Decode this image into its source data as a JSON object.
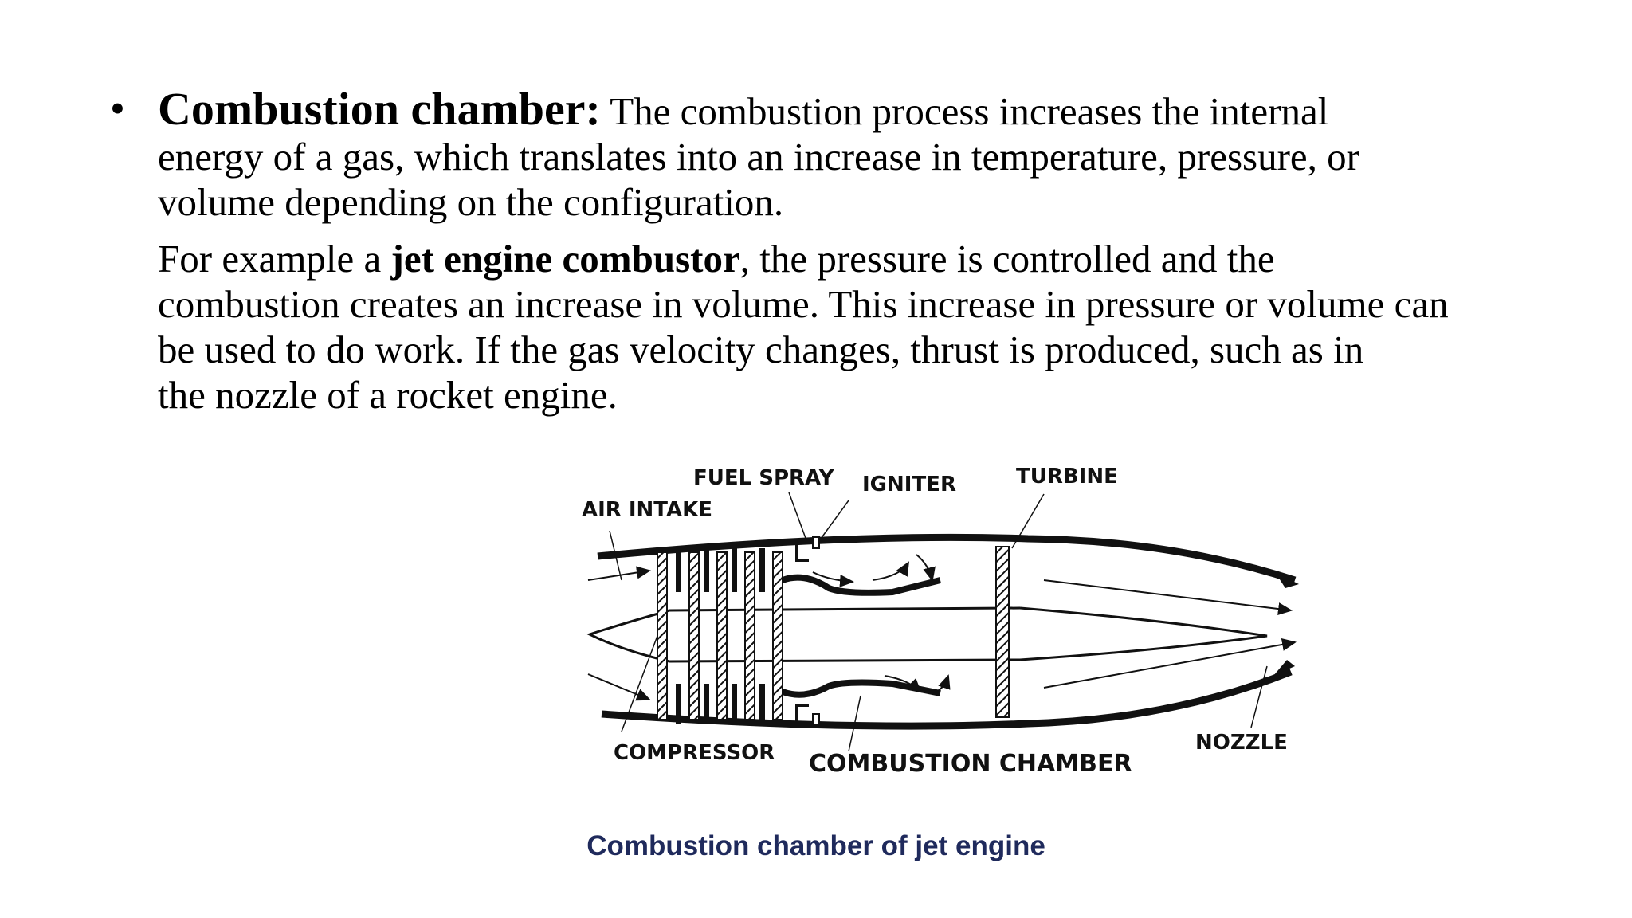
{
  "bullet": {
    "term": "Combustion chamber:",
    "para1_lines": [
      " The combustion process increases the internal",
      "energy of a gas, which translates into an increase in temperature, pressure, or",
      "volume depending on the configuration."
    ],
    "para2": {
      "prefix": " For example a ",
      "bold": "jet engine combustor",
      "line1_rest": ", the pressure is controlled and the",
      "lines": [
        "combustion creates an increase in volume. This increase in pressure or volume can",
        "be used to do work. If the gas velocity changes, thrust is produced, such as in",
        "the nozzle of a rocket engine."
      ]
    }
  },
  "diagram": {
    "labels": {
      "fuel_spray": "FUEL SPRAY",
      "igniter": "IGNITER",
      "turbine": "TURBINE",
      "air_intake": "AIR INTAKE",
      "compressor": "COMPRESSOR",
      "combustion_chamber": "COMBUSTION CHAMBER",
      "nozzle": "NOZZLE"
    }
  },
  "caption": "Combustion chamber of jet engine"
}
